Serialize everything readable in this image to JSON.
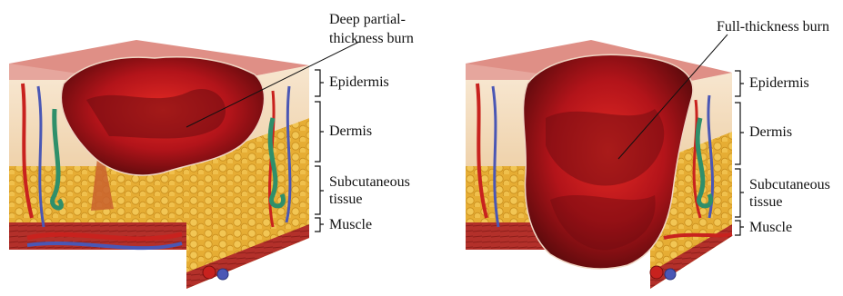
{
  "panels": [
    {
      "title_lines": [
        "Deep partial-",
        "thickness burn"
      ],
      "layers": [
        "Epidermis",
        "Dermis",
        "Subcutaneous tissue",
        "Muscle"
      ]
    },
    {
      "title_lines": [
        "Full-thickness burn"
      ],
      "layers": [
        "Epidermis",
        "Dermis",
        "Subcutaneous tissue",
        "Muscle"
      ]
    }
  ],
  "colors": {
    "burn_red": "#c4161c",
    "burn_dark": "#5a0a0c",
    "skin_top": "#e9a39a",
    "dermis": "#f3dcc0",
    "fat": "#e8b23a",
    "muscle": "#b7332a",
    "artery": "#c8221e",
    "vein": "#4a57b5",
    "gland": "#2f8f6a"
  }
}
